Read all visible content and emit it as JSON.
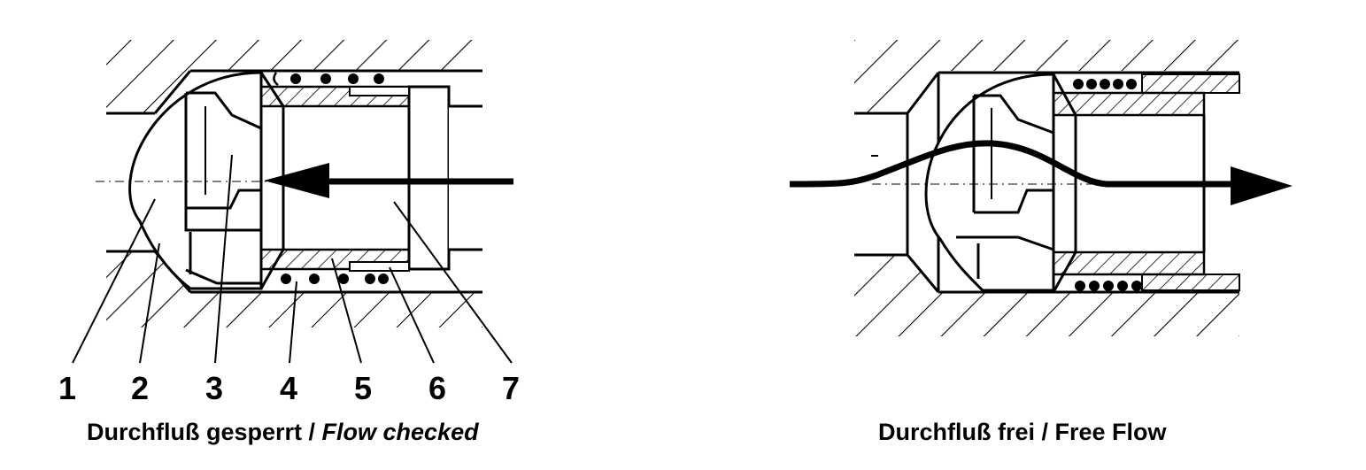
{
  "left_view": {
    "labels": [
      "1",
      "2",
      "3",
      "4",
      "5",
      "6",
      "7"
    ],
    "caption_de": "Durchfluß gesperrt /",
    "caption_en": "Flow checked"
  },
  "right_view": {
    "caption": "Durchfluß frei / Free Flow"
  },
  "colors": {
    "ink": "#000000",
    "paper": "#ffffff"
  }
}
